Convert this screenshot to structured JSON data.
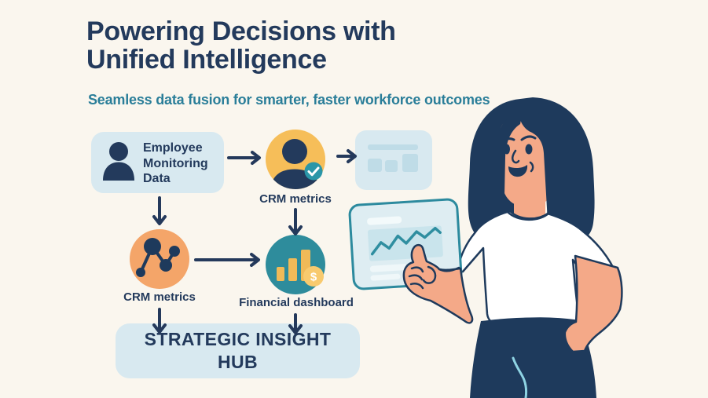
{
  "header": {
    "title_line1": "Powering Decisions with",
    "title_line2": "Unified Intelligence",
    "subtitle": "Seamless data fusion for smarter, faster workforce outcomes"
  },
  "nodes": {
    "employee": {
      "label": "Employee Monitoring Data",
      "icon": "person-icon"
    },
    "crm_avatar": {
      "label": "CRM metrics",
      "icon": "avatar-person-icon",
      "badge_icon": "check-icon"
    },
    "report_preview": {
      "icon": "report-wireframe-icon"
    },
    "crm_network": {
      "label": "CRM metrics",
      "icon": "network-icon"
    },
    "financial": {
      "label": "Financial dashboard",
      "icon": "bar-chart-icon",
      "coin_icon": "dollar-coin-icon",
      "coin_symbol": "$"
    },
    "hub": {
      "label": "STRATEGIC INSIGHT HUB"
    }
  },
  "illustration": {
    "tablet_icon": "line-chart-icon",
    "figure": "woman-pointing-at-dashboard"
  },
  "colors": {
    "background": "#FAF6EE",
    "navy": "#233A5C",
    "subtitle_teal": "#2A7E99",
    "light_blue_box": "#D8E9F0",
    "card_inner_blue": "#BFDCE7",
    "avatar_yellow": "#F6BE59",
    "network_orange": "#F4A569",
    "financial_teal": "#2E8C9C",
    "badge_teal": "#2A96A8",
    "bar_yellow": "#F0BA58",
    "coin_yellow": "#F8CA6E",
    "skin": "#F4A988",
    "hair_navy": "#1E3A5C",
    "tablet_border": "#2C8A9E",
    "tablet_bg": "#DEEDF2",
    "pants_accent": "#8ED3E3"
  }
}
